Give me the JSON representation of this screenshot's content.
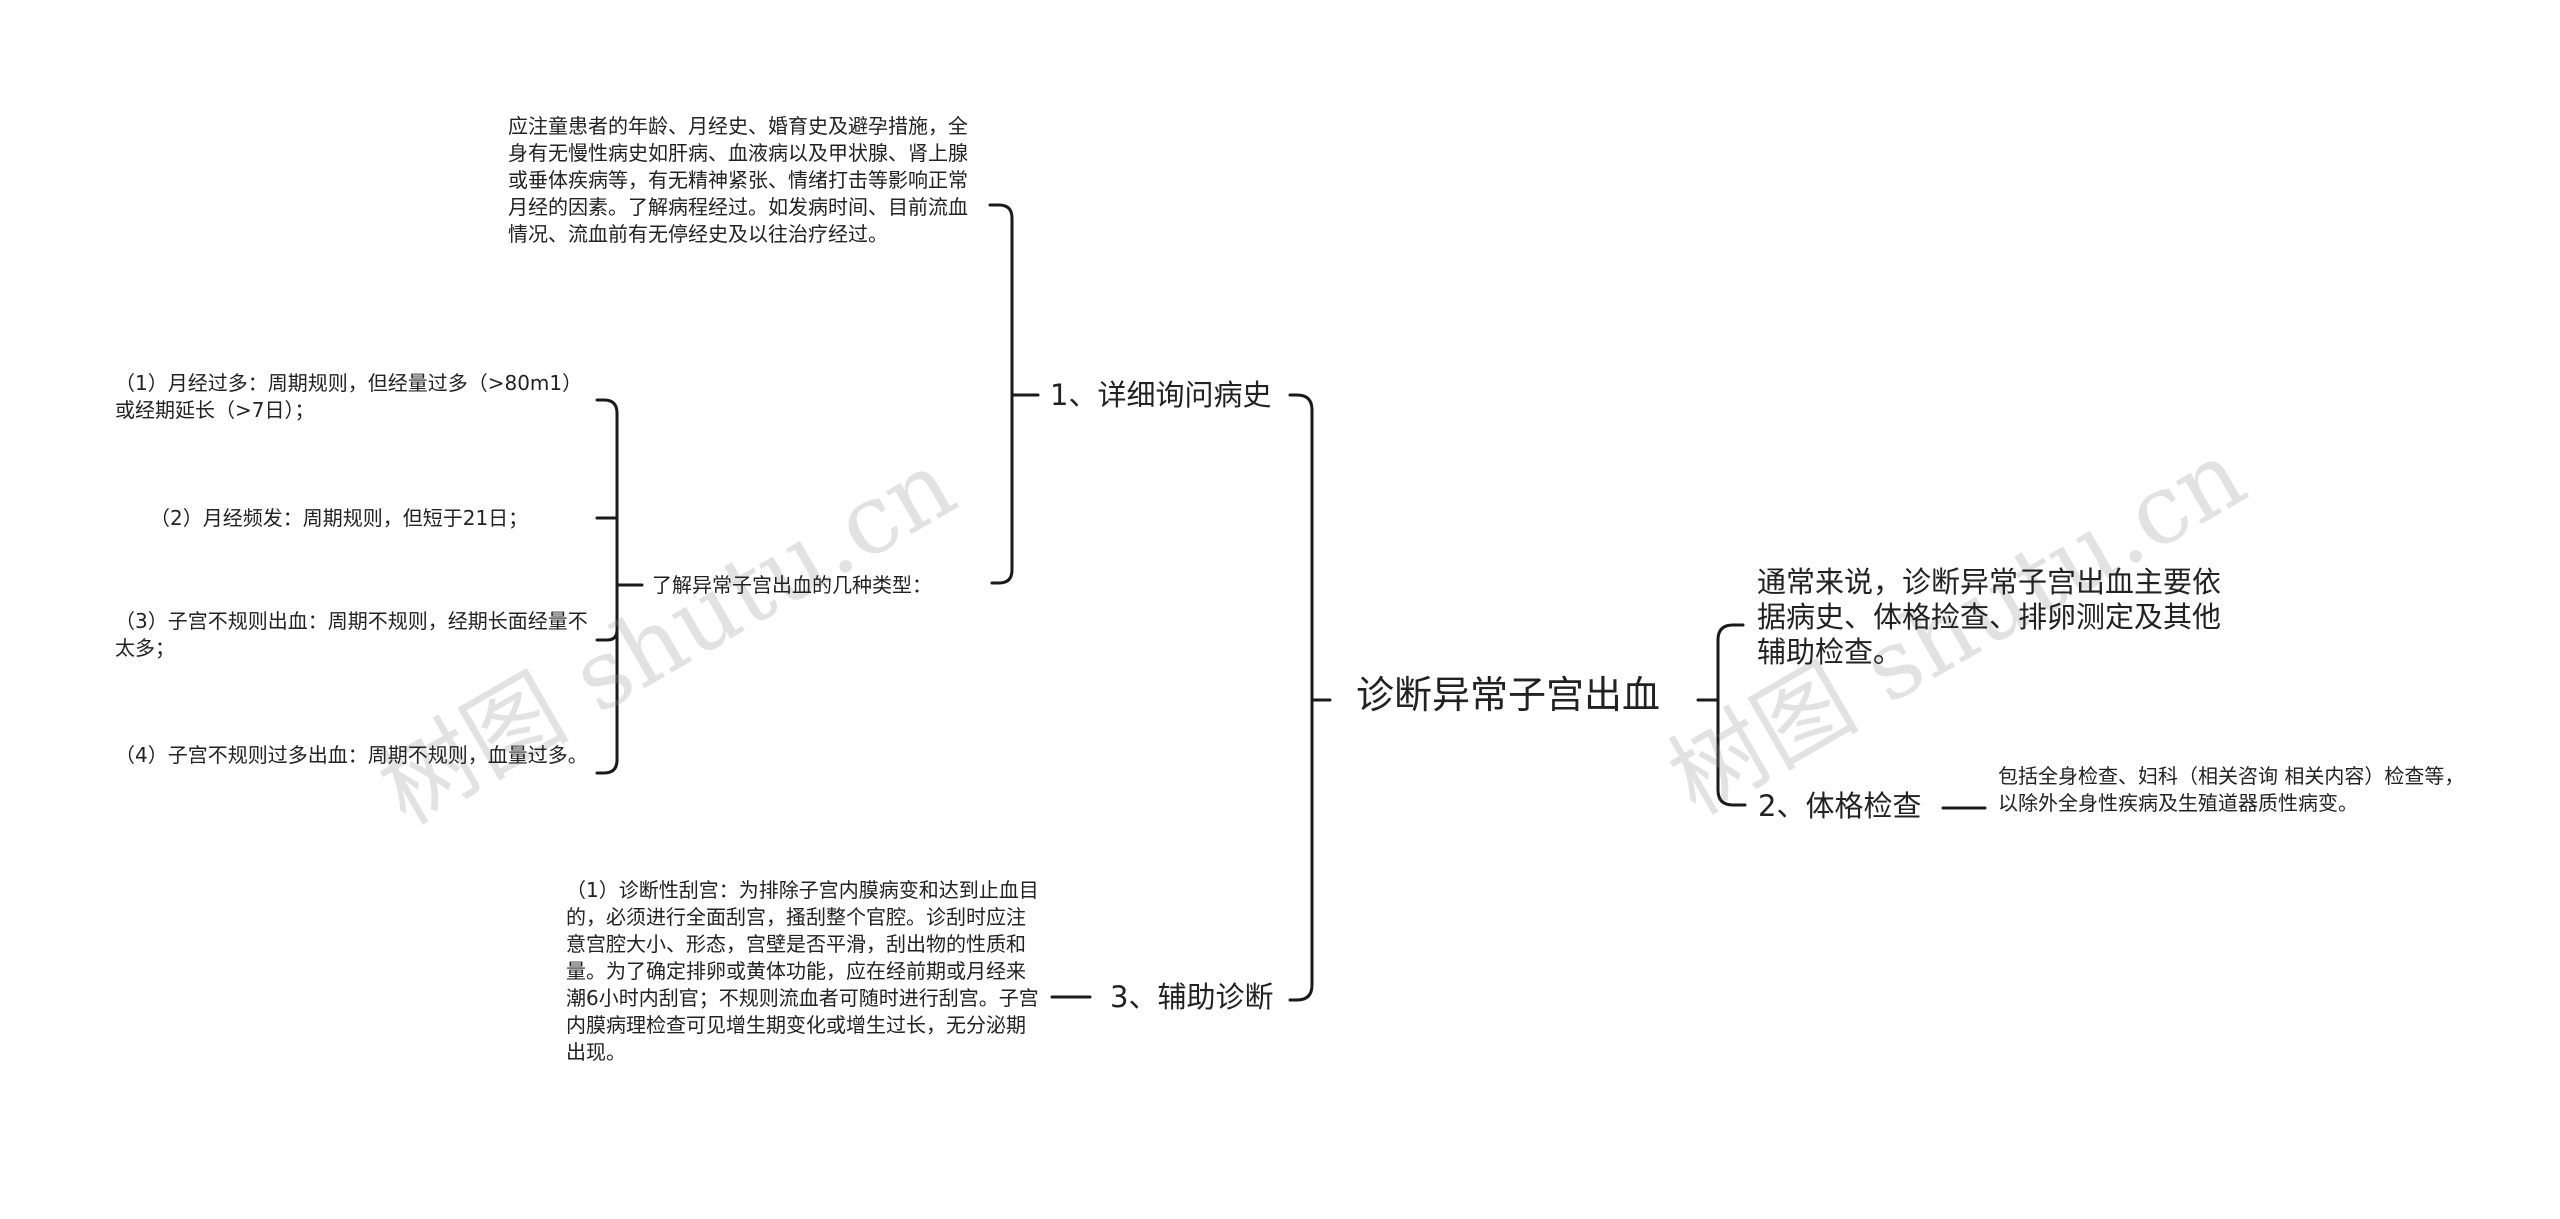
{
  "center": "诊断异常子宫出血",
  "branches": {
    "history": "1、详细询问病史",
    "exam": "2、体格检查",
    "aux": "3、辅助诊断"
  },
  "history_items": {
    "note": "应注童患者的年龄、月经史、婚育史及避孕措施，全身有无慢性病史如肝病、血液病以及甲状腺、肾上腺或垂体疾病等，有无精神紧张、情绪打击等影响正常月经的因素。了解病程经过。如发病时间、目前流血情况、流血前有无停经史及以往治疗经过。",
    "types_label": "了解异常子宫出血的几种类型：",
    "types": [
      "（1）月经过多：周期规则，但经量过多（>80m1）或经期延长（>7日）；",
      "（2）月经频发：周期规则，但短于21日；",
      "（3）子宫不规则出血：周期不规则，经期长面经量不太多；",
      "（4）子宫不规则过多出血：周期不规则，血量过多。"
    ]
  },
  "general_text": "通常来说，诊断异常子宫出血主要依据病史、体格捡查、排卵测定及其他辅助检查。",
  "exam_detail": "包括全身检查、妇科（相关咨询 相关内容）检查等，以除外全身性疾病及生殖道器质性病变。",
  "aux_detail": "（1）诊断性刮宫：为排除子宫内膜病变和达到止血目的，必须进行全面刮宫，搔刮整个官腔。诊刮时应注意宫腔大小、形态，宫壁是否平滑，刮出物的性质和量。为了确定排卵或黄体功能，应在经前期或月经来潮6小时内刮官；不规则流血者可随时进行刮宫。子宫内膜病理检查可见增生期变化或增生过长，无分泌期出现。",
  "watermark": "树图 shutu.cn",
  "line_color": "#1a1a1a"
}
